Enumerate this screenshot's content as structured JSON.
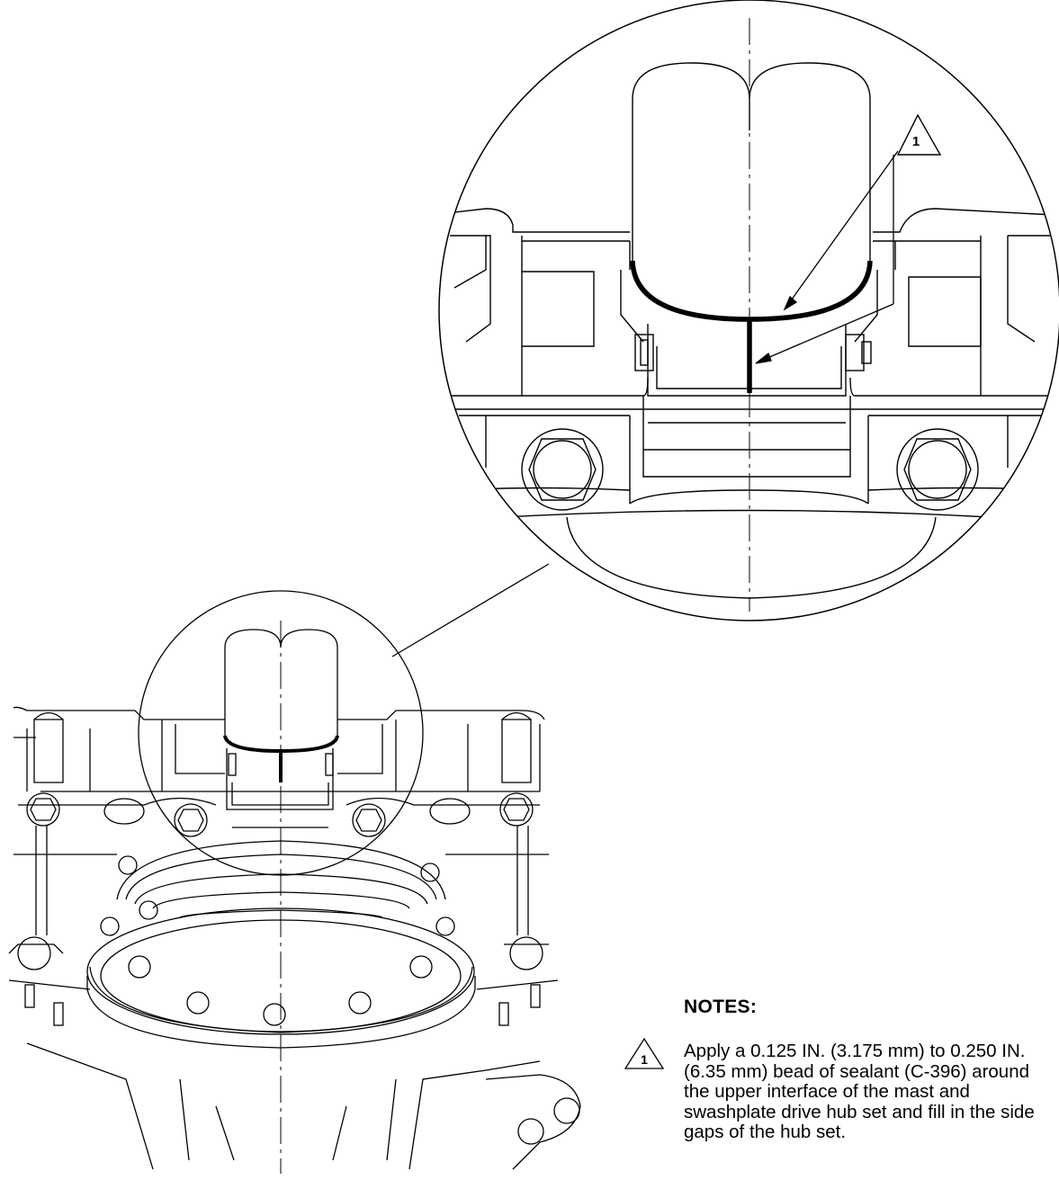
{
  "callout_number": "1",
  "notes": {
    "title": "NOTES:",
    "items": [
      {
        "flag": "1",
        "text": "Apply a 0.125 IN. (3.175 mm) to 0.250 IN. (6.35 mm) bead of sealant (C-396) around the upper interface of the mast and swashplate drive hub set and fill in the side gaps of the hub set."
      }
    ]
  }
}
